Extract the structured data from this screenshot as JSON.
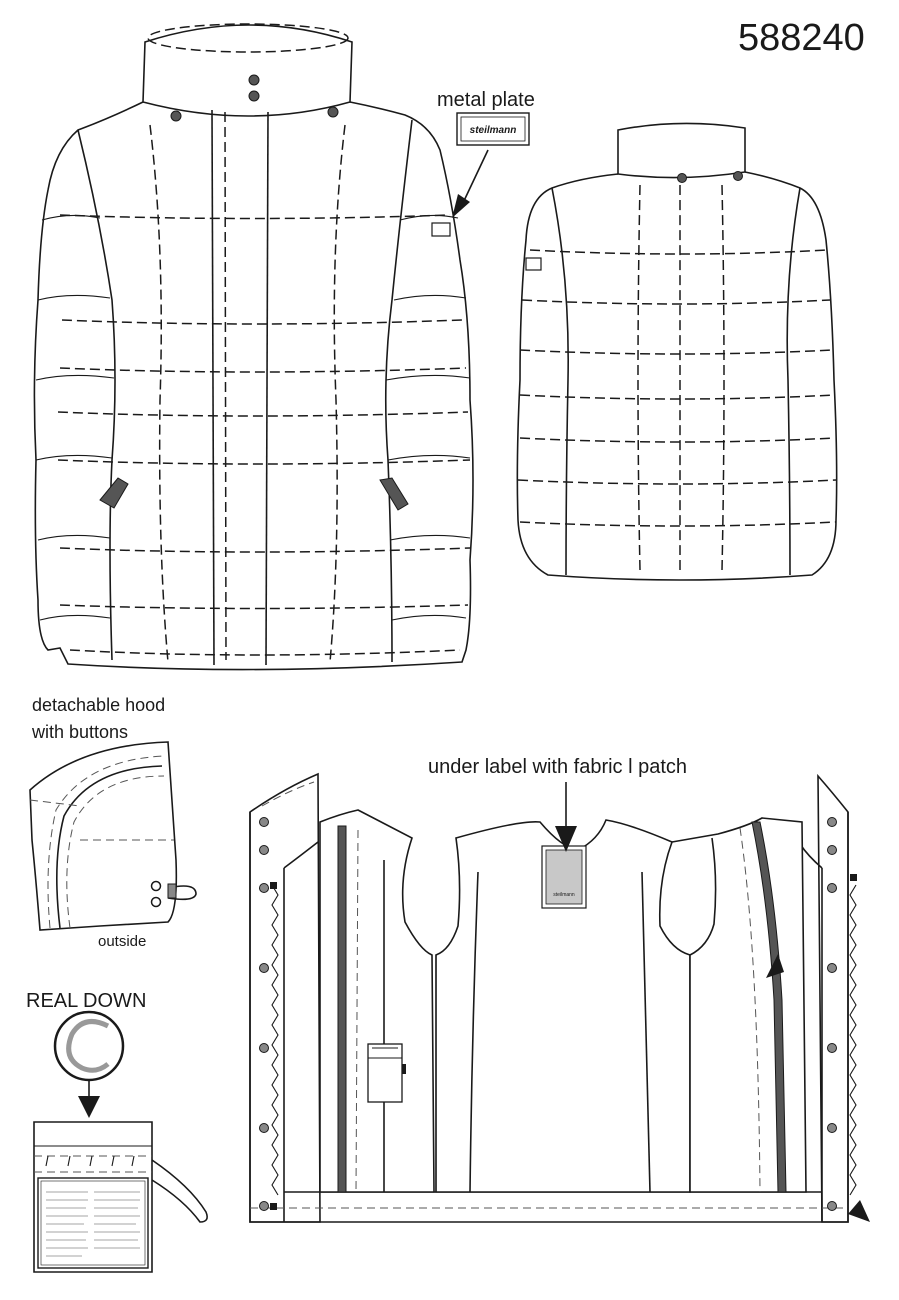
{
  "article_number": "588240",
  "labels": {
    "metal_plate": "metal plate",
    "plate_brand": "steilmann",
    "detachable_hood_line1": "detachable hood",
    "detachable_hood_line2": "with buttons",
    "outside": "outside",
    "under_label": "under label with fabric l patch",
    "real_down": "REAL  DOWN",
    "under_label_brand": "steilmann"
  },
  "colors": {
    "ink": "#1a1a1a",
    "zipper": "#555555",
    "patch": "#c8c8c8"
  }
}
